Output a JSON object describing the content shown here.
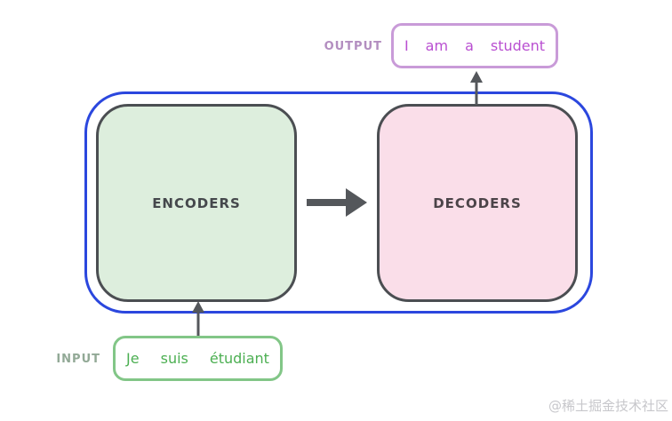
{
  "diagram": {
    "encoders_label": "ENCODERS",
    "decoders_label": "DECODERS",
    "output": {
      "label": "OUTPUT",
      "words": [
        "I",
        "am",
        "a",
        "student"
      ]
    },
    "input": {
      "label": "INPUT",
      "words": [
        "Je",
        "suis",
        "étudiant"
      ]
    }
  },
  "colors": {
    "container_border": "#2b47de",
    "block_border": "#4b4e52",
    "encoders_fill": "#ddeedd",
    "decoders_fill": "#fadee9",
    "arrow": "#54575b",
    "output_box_border": "#c99bd8",
    "output_text": "#b94fd1",
    "output_label": "#b38ec0",
    "input_box_border": "#82c687",
    "input_text": "#4caf52",
    "input_label": "#92a996",
    "watermark": "#c7c7cb"
  },
  "watermark": "@稀土掘金技术社区"
}
